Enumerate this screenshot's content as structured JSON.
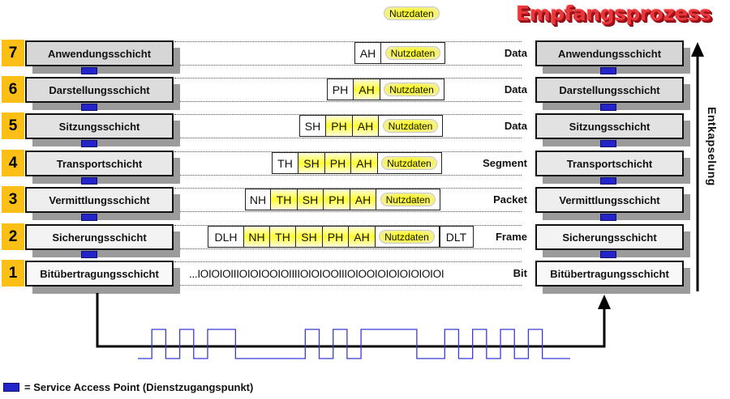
{
  "title": "Empfangsprozess",
  "legend_payload": "Nutzdaten",
  "direction_label": "Entkapselung",
  "bitstream": "...IOIOIOIIIOIOIOOIOIIIIOIOIOOIIIOIOOIOIOIOIOIOIOI",
  "footer": {
    "symbol": "sap-icon",
    "text": "= Service Access Point (Dienstzugangspunkt)"
  },
  "layers": [
    {
      "number": "7",
      "name": "Anwendungsschicht",
      "unit": "Data",
      "trailer": "",
      "headers": [
        {
          "label": "AH",
          "hl": false
        }
      ]
    },
    {
      "number": "6",
      "name": "Darstellungsschicht",
      "unit": "Data",
      "trailer": "",
      "headers": [
        {
          "label": "PH",
          "hl": false
        },
        {
          "label": "AH",
          "hl": true
        }
      ]
    },
    {
      "number": "5",
      "name": "Sitzungsschicht",
      "unit": "Data",
      "trailer": "",
      "headers": [
        {
          "label": "SH",
          "hl": false
        },
        {
          "label": "PH",
          "hl": true
        },
        {
          "label": "AH",
          "hl": true
        }
      ]
    },
    {
      "number": "4",
      "name": "Transportschicht",
      "unit": "Segment",
      "trailer": "",
      "headers": [
        {
          "label": "TH",
          "hl": false
        },
        {
          "label": "SH",
          "hl": true
        },
        {
          "label": "PH",
          "hl": true
        },
        {
          "label": "AH",
          "hl": true
        }
      ]
    },
    {
      "number": "3",
      "name": "Vermittlungsschicht",
      "unit": "Packet",
      "trailer": "",
      "headers": [
        {
          "label": "NH",
          "hl": false
        },
        {
          "label": "TH",
          "hl": true
        },
        {
          "label": "SH",
          "hl": true
        },
        {
          "label": "PH",
          "hl": true
        },
        {
          "label": "AH",
          "hl": true
        }
      ]
    },
    {
      "number": "2",
      "name": "Sicherungsschicht",
      "unit": "Frame",
      "trailer": "DLT",
      "headers": [
        {
          "label": "DLH",
          "hl": false
        },
        {
          "label": "NH",
          "hl": true
        },
        {
          "label": "TH",
          "hl": true
        },
        {
          "label": "SH",
          "hl": true
        },
        {
          "label": "PH",
          "hl": true
        },
        {
          "label": "AH",
          "hl": true
        }
      ]
    },
    {
      "number": "1",
      "name": "Bitübertragungsschicht",
      "unit": "Bit",
      "trailer": "",
      "headers": []
    }
  ],
  "colors": {
    "number_badge": "#fbbf16",
    "sap": "#2424c8",
    "signal": "#3030d0",
    "title": "#e8383c"
  },
  "signal_bits": [
    0,
    1,
    0,
    1,
    0,
    1,
    1,
    0,
    0,
    0,
    0,
    0,
    1,
    0,
    1,
    0,
    1,
    1,
    1,
    1,
    0,
    0,
    1,
    0,
    1,
    0,
    1,
    0,
    1,
    0,
    0
  ]
}
